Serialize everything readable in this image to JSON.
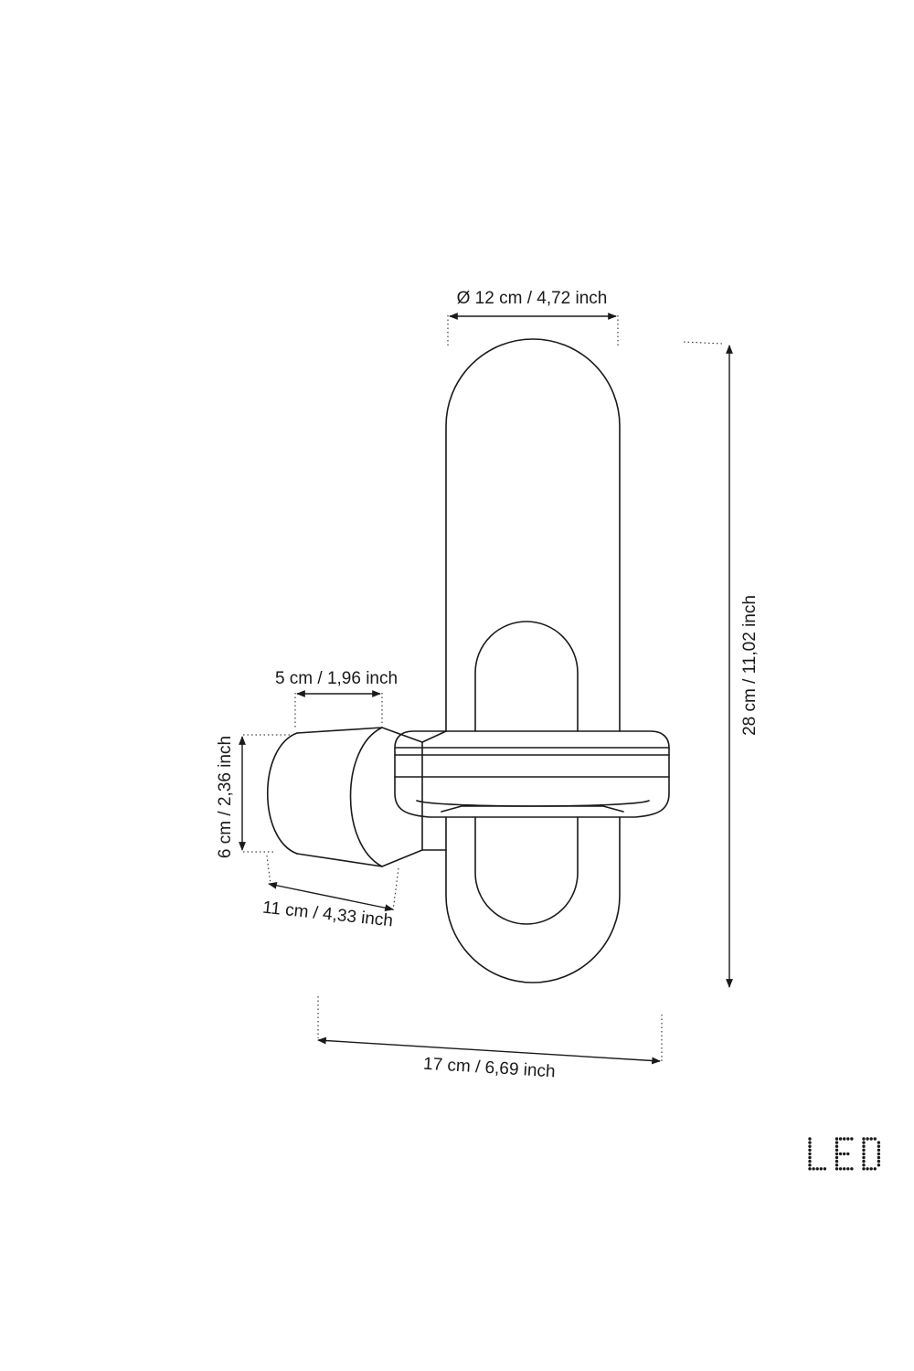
{
  "dimensions": {
    "diameter": "Ø 12 cm / 4,72 inch",
    "height": "28 cm / 11,02 inch",
    "arm_width": "5 cm / 1,96 inch",
    "arm_height": "6 cm / 2,36 inch",
    "arm_depth": "11 cm  / 4,33 inch",
    "overall_depth": "17 cm / 6,69 inch"
  },
  "badge": {
    "text": "LED"
  },
  "colors": {
    "line": "#1a1a1a",
    "background": "#ffffff"
  }
}
